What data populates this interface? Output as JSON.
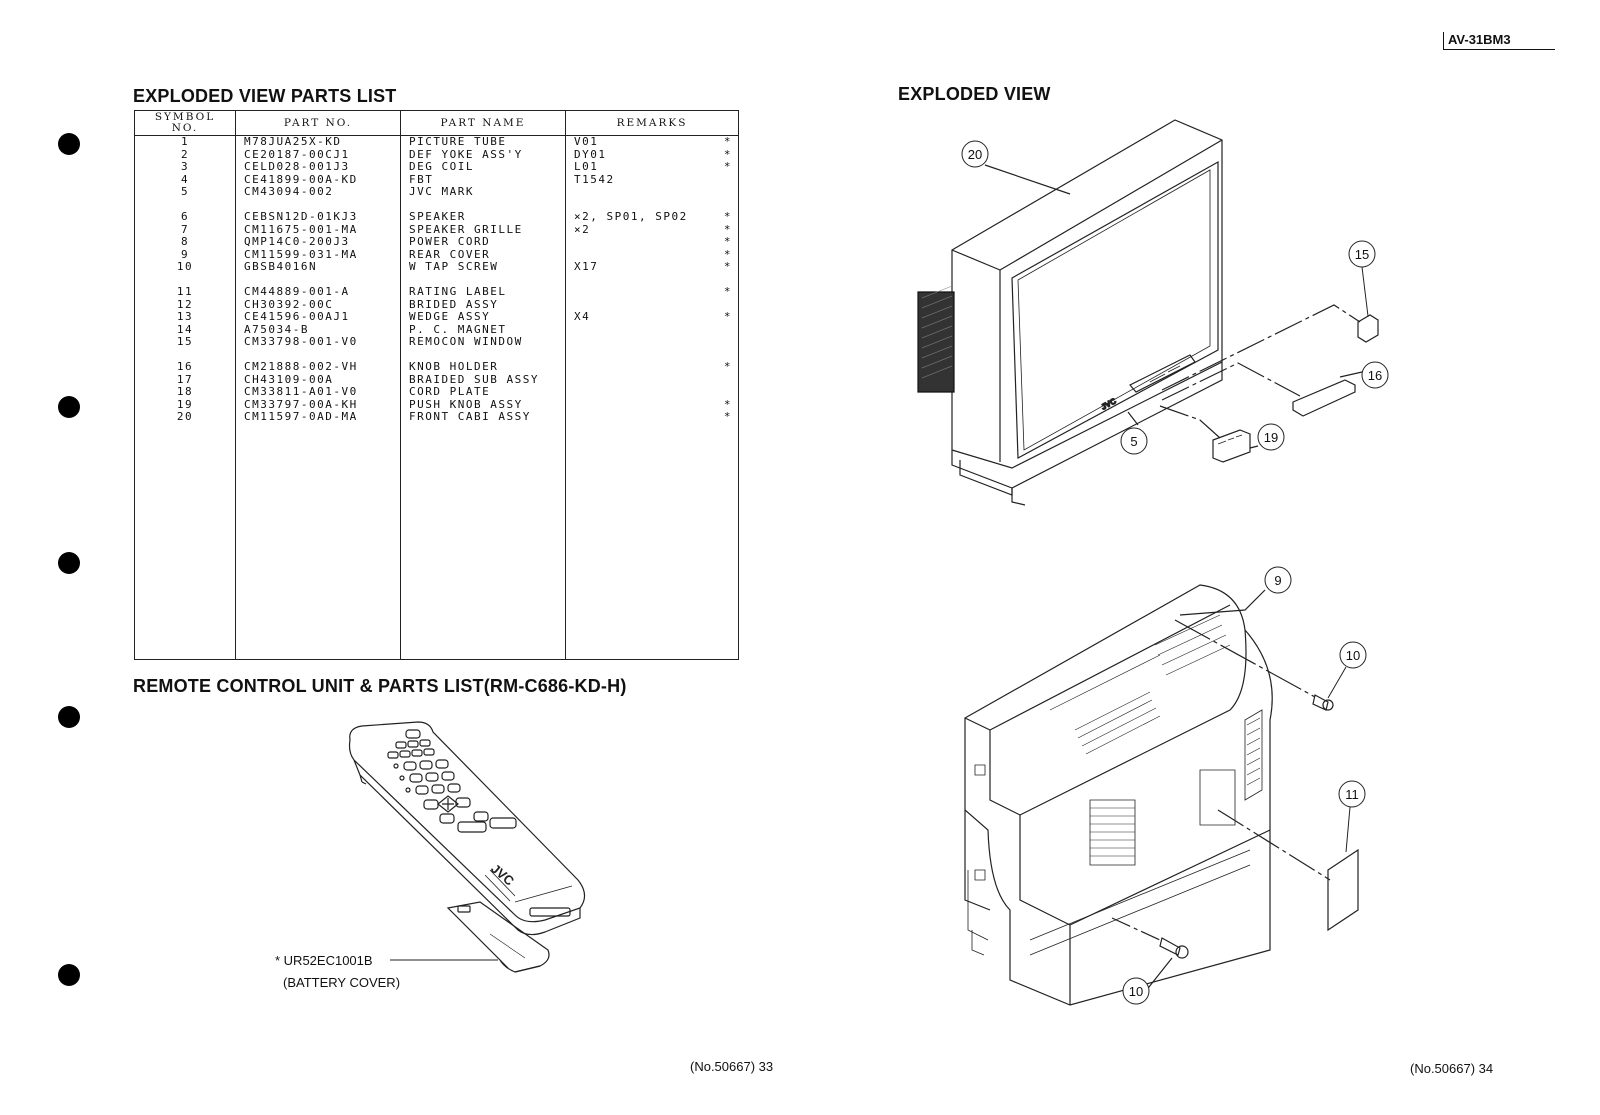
{
  "header": {
    "model": "AV-31BM3"
  },
  "left": {
    "title": "EXPLODED VIEW PARTS LIST",
    "table": {
      "headers": {
        "symbol_line1": "SYMBOL",
        "symbol_line2": "NO.",
        "part_no": "PART  NO.",
        "part_name": "PART  NAME",
        "remarks": "REMARKS"
      },
      "groups": [
        [
          {
            "sym": "1",
            "pn": "M78JUA25X-KD",
            "name": "PICTURE TUBE",
            "rem": "V01",
            "star": "*",
            "warn": "⚠"
          },
          {
            "sym": "2",
            "pn": "CE20187-00CJ1",
            "name": "DEF YOKE ASS'Y",
            "rem": "DY01",
            "star": "*",
            "warn": "⚠"
          },
          {
            "sym": "3",
            "pn": "CELD028-001J3",
            "name": "DEG COIL",
            "rem": "L01",
            "star": "*",
            "warn": "⚠"
          },
          {
            "sym": "4",
            "pn": "CE41899-00A-KD",
            "name": "FBT",
            "rem": "T1542",
            "star": "",
            "warn": "⚠"
          },
          {
            "sym": "5",
            "pn": "CM43094-002",
            "name": "JVC MARK",
            "rem": "",
            "star": "",
            "warn": ""
          }
        ],
        [
          {
            "sym": "6",
            "pn": "CEBSN12D-01KJ3",
            "name": "SPEAKER",
            "rem": "×2, SP01, SP02",
            "star": "*",
            "warn": "⚠"
          },
          {
            "sym": "7",
            "pn": "CM11675-001-MA",
            "name": "SPEAKER GRILLE",
            "rem": "×2",
            "star": "*",
            "warn": ""
          },
          {
            "sym": "8",
            "pn": "QMP14C0-200J3",
            "name": "POWER CORD",
            "rem": "",
            "star": "*",
            "warn": "⚠"
          },
          {
            "sym": "9",
            "pn": "CM11599-031-MA",
            "name": "REAR COVER",
            "rem": "",
            "star": "*",
            "warn": ""
          },
          {
            "sym": "10",
            "pn": "GBSB4016N",
            "name": "W TAP SCREW",
            "rem": "X17",
            "star": "*",
            "warn": ""
          }
        ],
        [
          {
            "sym": "11",
            "pn": "CM44889-001-A",
            "name": "RATING LABEL",
            "rem": "",
            "star": "*",
            "warn": ""
          },
          {
            "sym": "12",
            "pn": "CH30392-00C",
            "name": "BRIDED ASSY",
            "rem": "",
            "star": "",
            "warn": ""
          },
          {
            "sym": "13",
            "pn": "CE41596-00AJ1",
            "name": "WEDGE ASSY",
            "rem": "X4",
            "star": "*",
            "warn": ""
          },
          {
            "sym": "14",
            "pn": "A75034-B",
            "name": "P. C. MAGNET",
            "rem": "",
            "star": "",
            "warn": ""
          },
          {
            "sym": "15",
            "pn": "CM33798-001-V0",
            "name": "REMOCON WINDOW",
            "rem": "",
            "star": "",
            "warn": ""
          }
        ],
        [
          {
            "sym": "16",
            "pn": "CM21888-002-VH",
            "name": "KNOB HOLDER",
            "rem": "",
            "star": "*",
            "warn": ""
          },
          {
            "sym": "17",
            "pn": "CH43109-00A",
            "name": "BRAIDED SUB ASSY",
            "rem": "",
            "star": "",
            "warn": ""
          },
          {
            "sym": "18",
            "pn": "CM33811-A01-V0",
            "name": "CORD PLATE",
            "rem": "",
            "star": "",
            "warn": ""
          },
          {
            "sym": "19",
            "pn": "CM33797-00A-KH",
            "name": "PUSH KNOB ASSY",
            "rem": "",
            "star": "*",
            "warn": ""
          },
          {
            "sym": "20",
            "pn": "CM11597-0AD-MA",
            "name": "FRONT CABI ASSY",
            "rem": "",
            "star": "*",
            "warn": ""
          }
        ]
      ]
    },
    "remote_title": "REMOTE CONTROL UNIT & PARTS LIST(RM-C686-KD-H)",
    "remote_brand": "JVC",
    "battery_part": "* UR52EC1001B",
    "battery_desc": "(BATTERY COVER)",
    "page_no": "(No.50667) 33"
  },
  "right": {
    "title": "EXPLODED VIEW",
    "callouts": [
      "20",
      "15",
      "16",
      "5",
      "19",
      "9",
      "10",
      "11",
      "10"
    ],
    "tv_brand": "JVC",
    "page_no": "(No.50667) 34"
  }
}
